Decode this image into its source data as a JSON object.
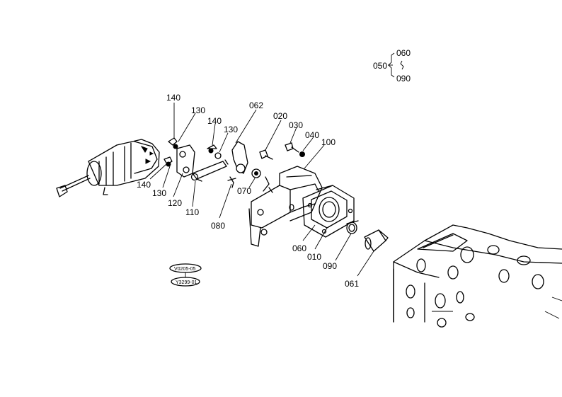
{
  "labels": {
    "p050": "050",
    "p060a": "060",
    "p090a": "090",
    "p140a": "140",
    "p130a": "130",
    "p140b": "140",
    "p130b": "130",
    "p062": "062",
    "p020": "020",
    "p030": "030",
    "p040": "040",
    "p100": "100",
    "p140c": "140",
    "p130c": "130",
    "p120": "120",
    "p110": "110",
    "p080": "080",
    "p070": "070",
    "p060b": "060",
    "p010": "010",
    "p090b": "090",
    "p061": "061"
  },
  "tags": {
    "tag1": "V0205-05",
    "tag2": "Y3299-01"
  }
}
